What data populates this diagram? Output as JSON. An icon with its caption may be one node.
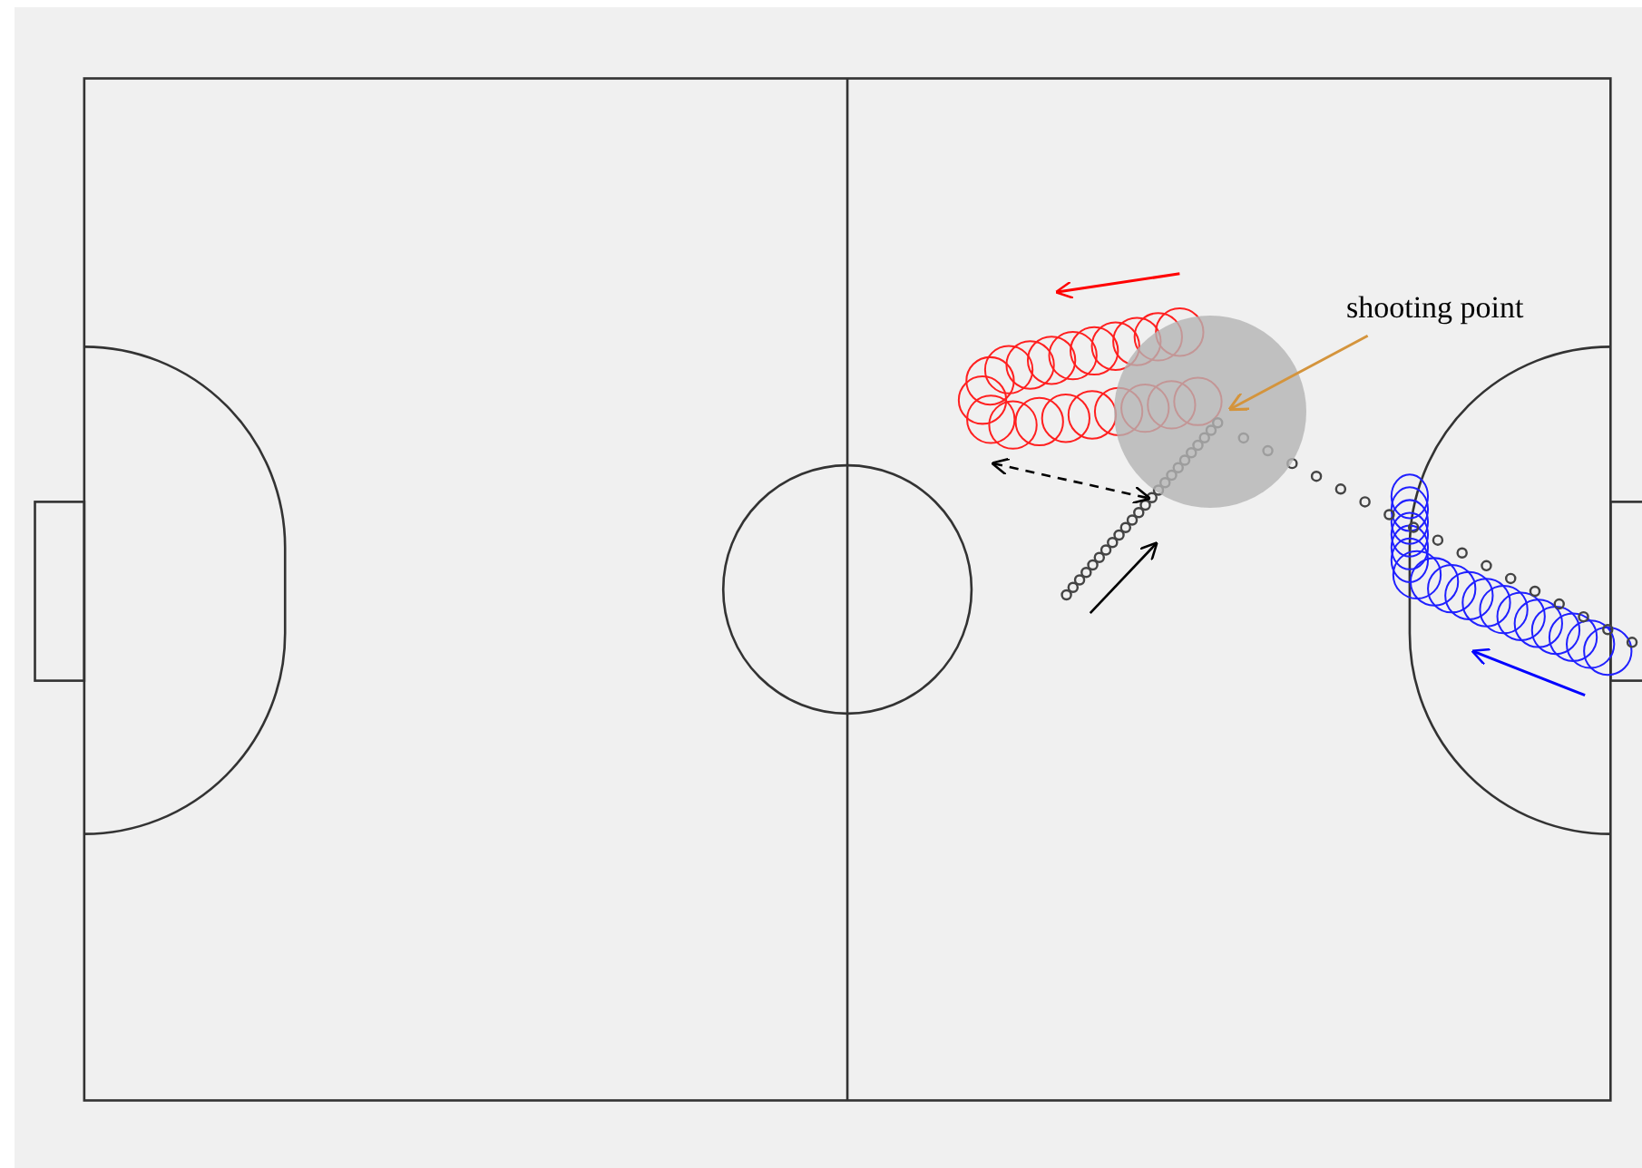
{
  "diagram": {
    "nodes": [
      {
        "text": [
          "shooting point"
        ]
      },
      {
        "text": [],
        "shape": "circle"
      }
    ],
    "edges": [
      {
        "from": 0,
        "to": 1,
        "arrow": "to",
        "color": "#d4943c"
      }
    ]
  }
}
